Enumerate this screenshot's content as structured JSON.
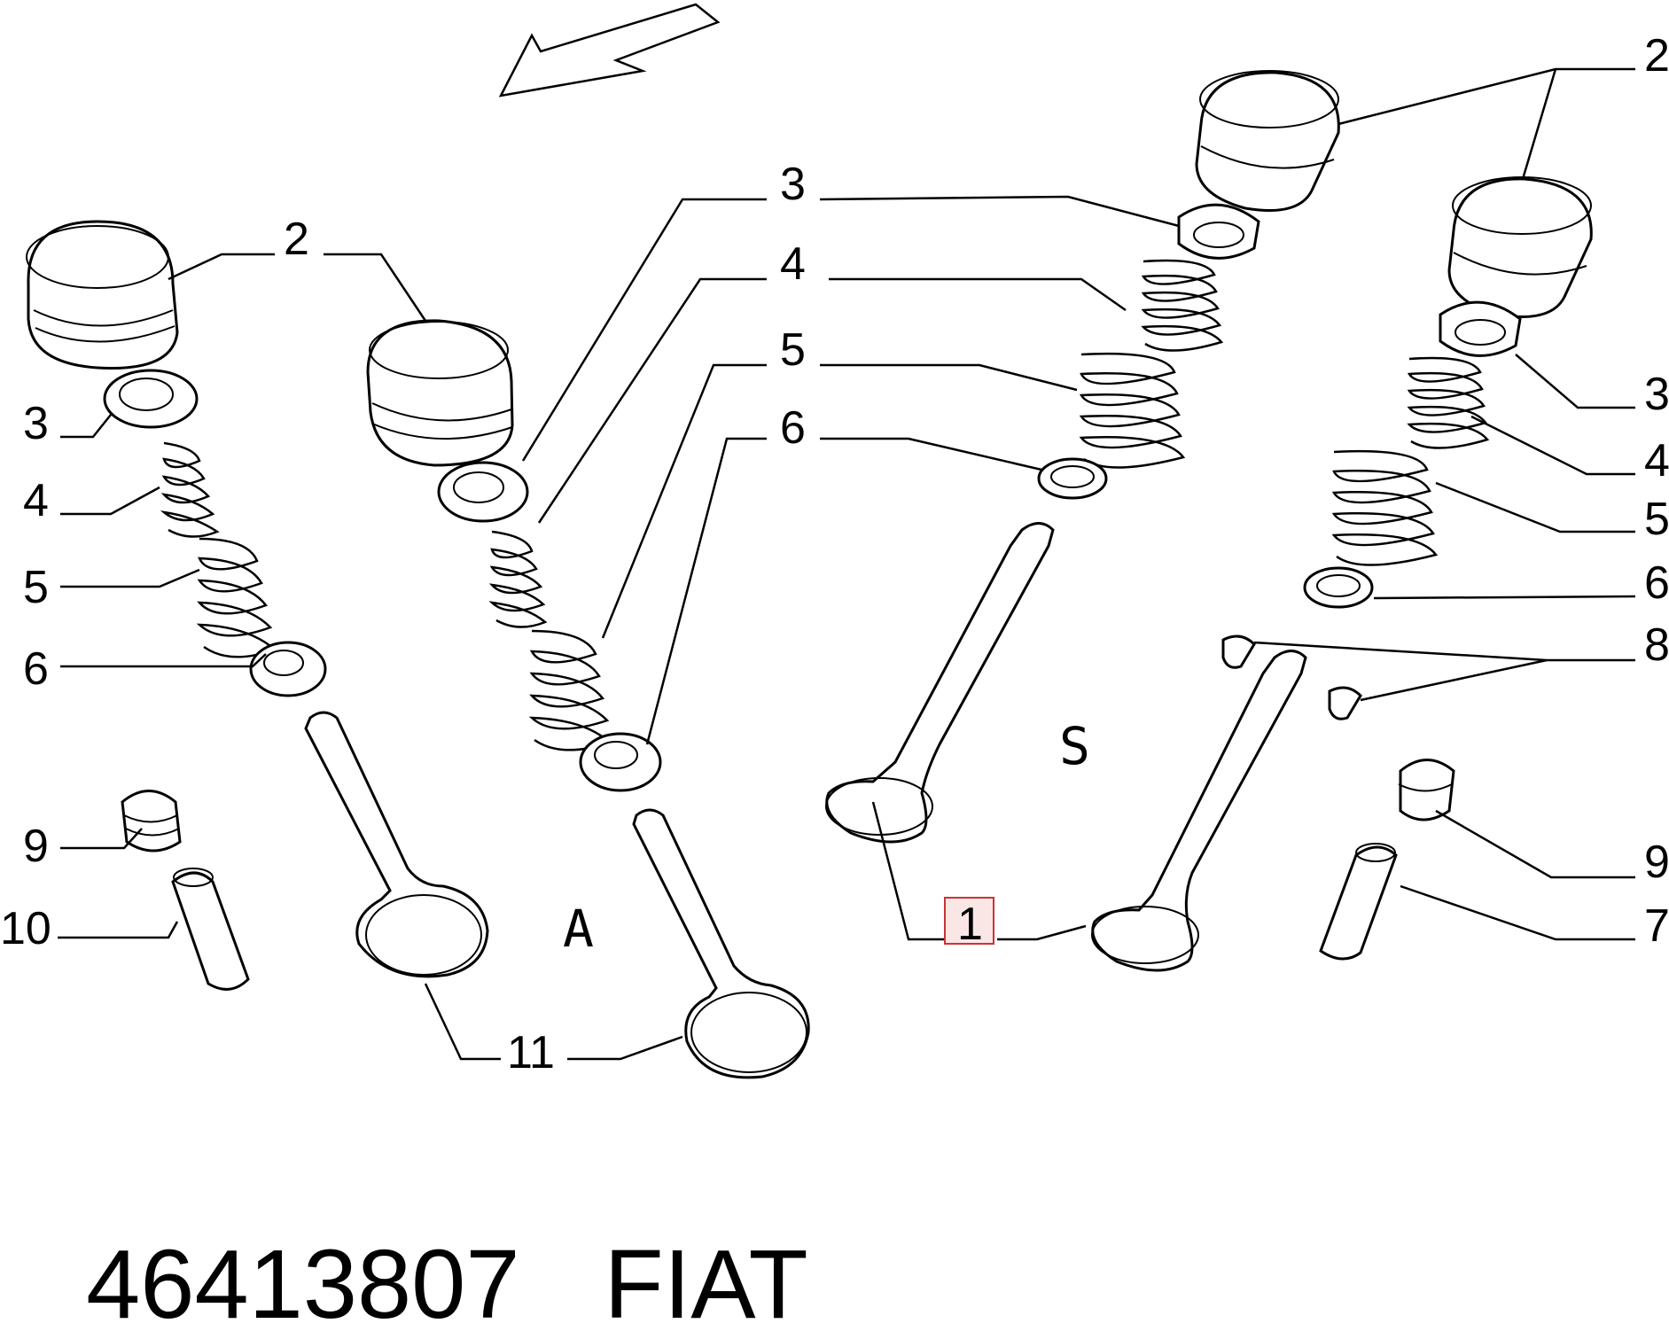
{
  "part_number": "46413807",
  "brand": "FIAT",
  "view_labels": {
    "intake": "A",
    "exhaust": "S"
  },
  "highlight_color": "#cc3333",
  "callouts": {
    "c1": "1",
    "c2_left": "2",
    "c3_left": "3",
    "c4_left": "4",
    "c5_left": "5",
    "c6_left": "6",
    "c9_left": "9",
    "c10_left": "10",
    "c11": "11",
    "c3_mid": "3",
    "c4_mid": "4",
    "c5_mid": "5",
    "c6_mid": "6",
    "c2_right": "2",
    "c3_right": "3",
    "c4_right": "4",
    "c5_right": "5",
    "c6_right": "6",
    "c8_right": "8",
    "c9_right": "9",
    "c7_right": "7"
  }
}
